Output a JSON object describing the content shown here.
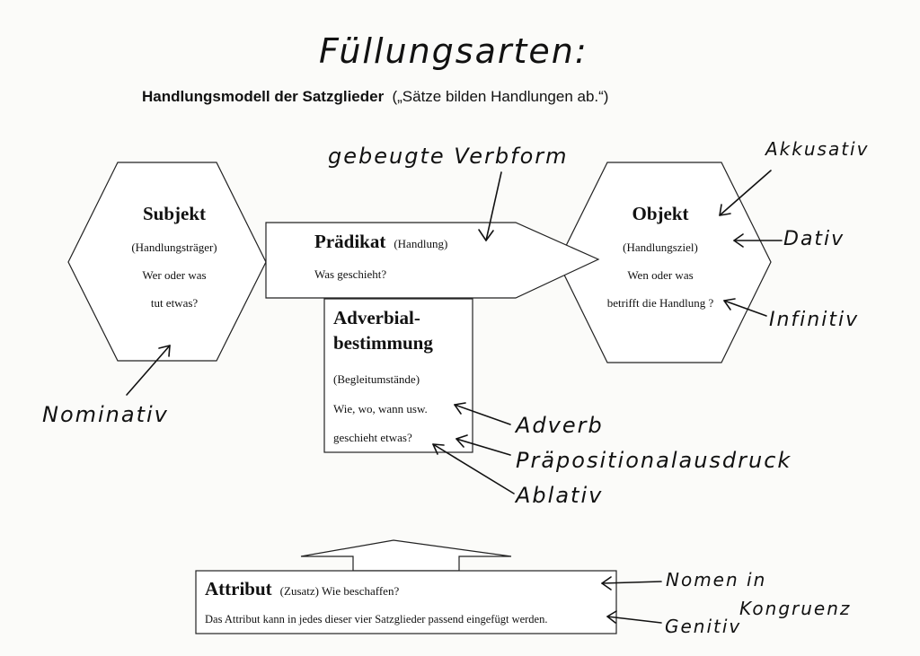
{
  "handwritten_title": "Füllungsarten:",
  "heading": {
    "bold": "Handlungsmodell der Satzglieder",
    "normal": "(„Sätze bilden Handlungen ab.“)"
  },
  "subjekt": {
    "title": "Subjekt",
    "lines": [
      "(Handlungsträger)",
      "Wer oder was",
      "tut etwas?"
    ]
  },
  "praedikat": {
    "title": "Prädikat",
    "subtitle": "(Handlung)",
    "question": "Was geschieht?"
  },
  "objekt": {
    "title": "Objekt",
    "lines": [
      "(Handlungsziel)",
      "Wen oder was",
      "betrifft die Handlung ?"
    ]
  },
  "adverbial": {
    "title_line1": "Adverbial-",
    "title_line2": "bestimmung",
    "lines": [
      "(Begleitumstände)",
      "Wie, wo, wann usw.",
      "geschieht etwas?"
    ]
  },
  "attribut": {
    "title": "Attribut",
    "subtitle": "(Zusatz) Wie beschaffen?",
    "text": "Das Attribut kann in jedes dieser vier Satzglieder passend eingefügt werden."
  },
  "annotations": {
    "verbform": "gebeugte Verbform",
    "akkusativ": "Akkusativ",
    "dativ": "Dativ",
    "infinitiv": "Infinitiv",
    "nominativ": "Nominativ",
    "adverb": "Adverb",
    "praepositional": "Präpositionalausdruck",
    "ablativ": "Ablativ",
    "nomen": "Nomen in",
    "kongruenz": "Kongruenz",
    "genitiv": "Genitiv"
  }
}
